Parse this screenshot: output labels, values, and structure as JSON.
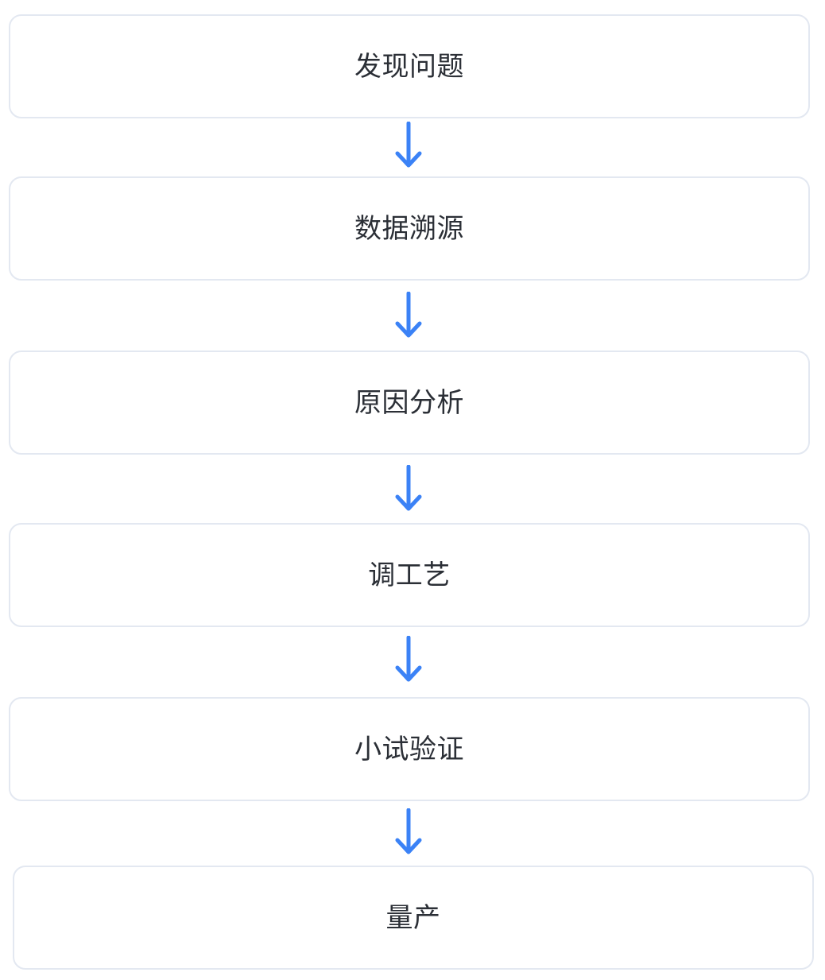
{
  "colors": {
    "arrow": "#3b82f6",
    "box_border": "#e3e8f1",
    "text": "#2b2f36"
  },
  "steps": [
    {
      "label": "发现问题"
    },
    {
      "label": "数据溯源"
    },
    {
      "label": "原因分析"
    },
    {
      "label": "调工艺"
    },
    {
      "label": "小试验证"
    },
    {
      "label": "量产"
    }
  ],
  "connectors": [
    {
      "icon": "arrow-down-icon"
    },
    {
      "icon": "arrow-down-icon"
    },
    {
      "icon": "arrow-down-icon"
    },
    {
      "icon": "arrow-down-icon"
    },
    {
      "icon": "arrow-down-icon"
    }
  ]
}
